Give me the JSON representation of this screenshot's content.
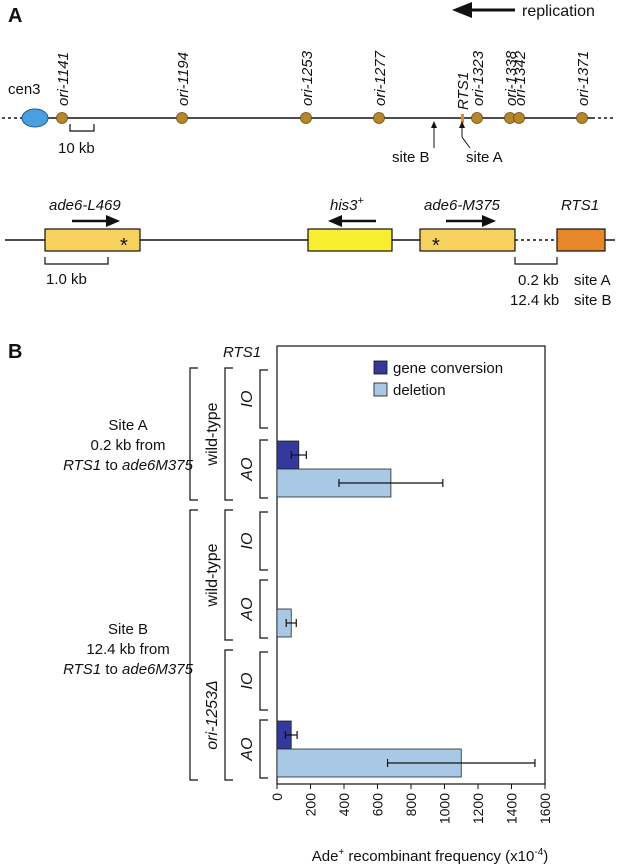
{
  "panelA": {
    "label": "A",
    "replication_label": "replication",
    "centromere": "cen3",
    "origins": [
      "ori-1141",
      "ori-1194",
      "ori-1253",
      "ori-1277",
      "ori-1323",
      "ori-1338",
      "ori-1342",
      "ori-1371"
    ],
    "rts1_label": "RTS1",
    "scale_top": "10 kb",
    "site_b": "site B",
    "site_a": "site A",
    "genes": {
      "ade6_l469": "ade6-L469",
      "his3": "his3",
      "his3_sup": "+",
      "ade6_m375": "ade6-M375",
      "rts1": "RTS1"
    },
    "asterisk": "*",
    "scale_bottom": "1.0 kb",
    "dist_a_value": "0.2 kb",
    "dist_a_site": "site A",
    "dist_b_value": "12.4 kb",
    "dist_b_site": "site B",
    "colors": {
      "cen": "#4a9fe0",
      "origin": "#b5862a",
      "ade6": "#f7d15e",
      "his3": "#f6ee2e",
      "rts1": "#e8862a"
    }
  },
  "panelB": {
    "label": "B",
    "rts1_header": "RTS1",
    "groupA": {
      "line1": "Site A",
      "line2": "0.2 kb from",
      "line3a": "RTS1",
      "line3b": " to ",
      "line3c": "ade6M375"
    },
    "groupB": {
      "line1": "Site B",
      "line2": "12.4 kb from",
      "line3a": "RTS1",
      "line3b": " to ",
      "line3c": "ade6M375"
    },
    "genotypes": [
      "wild-type",
      "wild-type",
      "ori-1253Δ"
    ],
    "orientations": [
      "IO",
      "AO",
      "IO",
      "AO",
      "IO",
      "AO"
    ]
  },
  "chart_data": {
    "type": "bar",
    "orientation": "horizontal",
    "categories": [
      "IO",
      "AO",
      "IO",
      "AO",
      "IO",
      "AO"
    ],
    "series": [
      {
        "name": "gene conversion",
        "color": "#34399b",
        "values": [
          0,
          130,
          0,
          0,
          0,
          85
        ],
        "errors": [
          0,
          45,
          0,
          0,
          0,
          35
        ]
      },
      {
        "name": "deletion",
        "color": "#a9c8e5",
        "values": [
          0,
          680,
          0,
          85,
          0,
          1100
        ],
        "errors": [
          0,
          310,
          0,
          30,
          0,
          440
        ]
      }
    ],
    "xlim": [
      0,
      1600
    ],
    "xticks": [
      0,
      200,
      400,
      600,
      800,
      1000,
      1200,
      1400,
      1600
    ],
    "xlabel_main": "Ade",
    "xlabel_sup": "+",
    "xlabel_rest": " recombinant frequency (x10",
    "xlabel_exp": "-4",
    "xlabel_end": ")",
    "legend_position": "top-right"
  }
}
